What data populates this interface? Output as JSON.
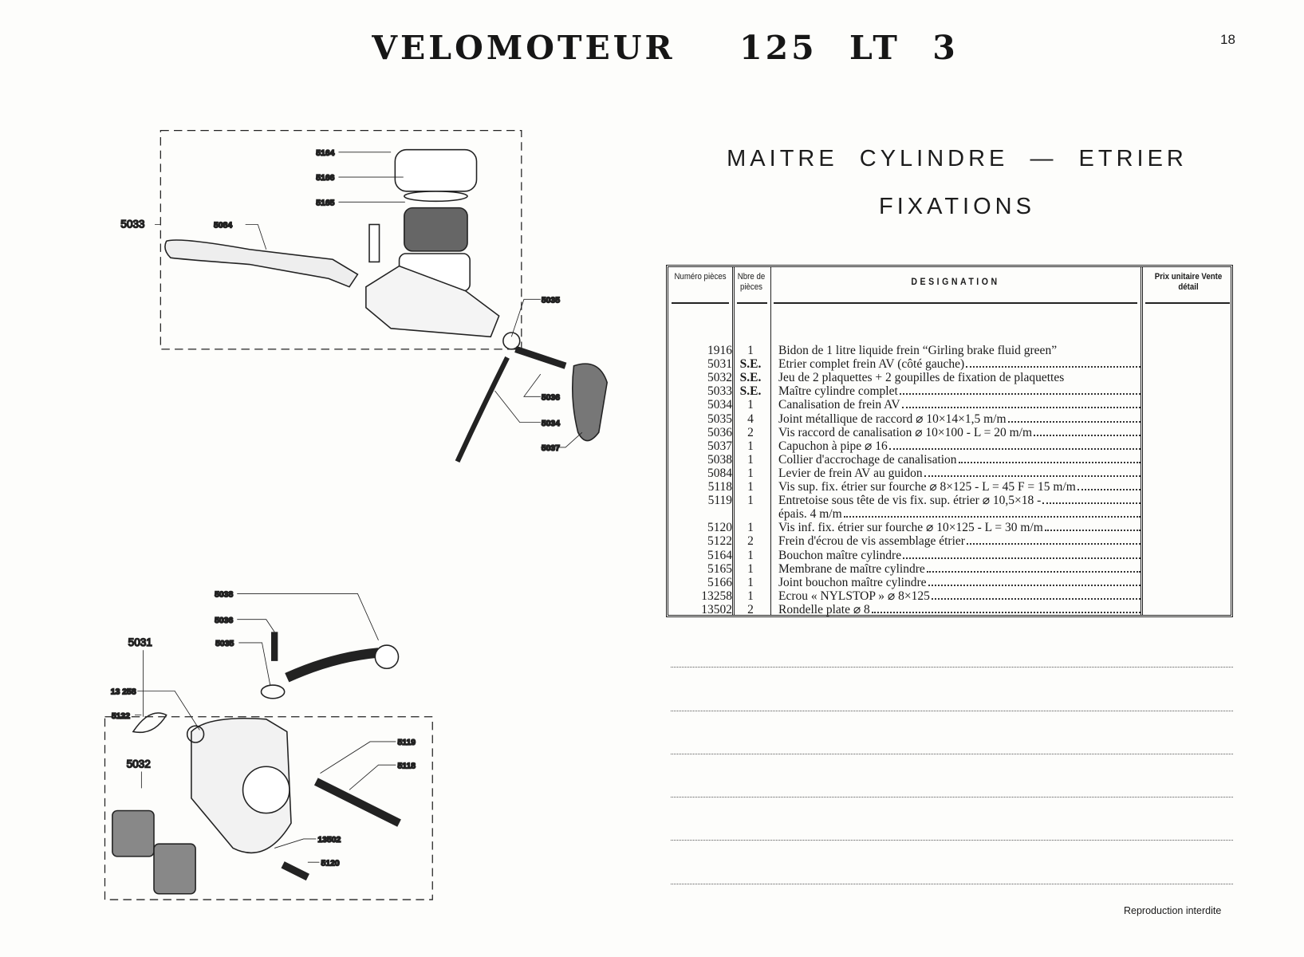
{
  "header": {
    "title": "VELOMOTEUR  125 LT 3",
    "page_number": "18"
  },
  "section": {
    "title_line1": "MAITRE CYLINDRE — ETRIER",
    "title_line2": "FIXATIONS"
  },
  "table": {
    "headers": {
      "number": "Numéro pièces",
      "quantity": "Nbre de pièces",
      "designation": "DESIGNATION",
      "price": "Prix unitaire Vente détail"
    },
    "rows": [
      {
        "num": "1916",
        "qty": "1",
        "des": "Bidon de 1 litre liquide frein “Girling brake fluid green”"
      },
      {
        "num": "5031",
        "qty": "S.E.",
        "des": "Etrier complet frein AV (côté gauche)"
      },
      {
        "num": "5032",
        "qty": "S.E.",
        "des": "Jeu de 2 plaquettes + 2 goupilles de fixation de plaquettes"
      },
      {
        "num": "5033",
        "qty": "S.E.",
        "des": "Maître cylindre complet"
      },
      {
        "num": "5034",
        "qty": "1",
        "des": "Canalisation de frein AV"
      },
      {
        "num": "5035",
        "qty": "4",
        "des": "Joint métallique de raccord ⌀ 10×14×1,5 m/m"
      },
      {
        "num": "5036",
        "qty": "2",
        "des": "Vis raccord de canalisation ⌀ 10×100 - L = 20 m/m"
      },
      {
        "num": "5037",
        "qty": "1",
        "des": "Capuchon à pipe ⌀ 16"
      },
      {
        "num": "5038",
        "qty": "1",
        "des": "Collier d'accrochage de canalisation"
      },
      {
        "num": "5084",
        "qty": "1",
        "des": "Levier de frein AV au guidon"
      },
      {
        "num": "5118",
        "qty": "1",
        "des": "Vis sup. fix. étrier sur fourche ⌀ 8×125 - L = 45 F = 15 m/m"
      },
      {
        "num": "5119",
        "qty": "1",
        "des": "Entretoise sous tête de vis fix. sup. étrier ⌀ 10,5×18 -"
      },
      {
        "num": "",
        "qty": "",
        "des": "épais. 4 m/m"
      },
      {
        "num": "5120",
        "qty": "1",
        "des": "Vis inf. fix. étrier sur fourche ⌀ 10×125 - L = 30 m/m"
      },
      {
        "num": "5122",
        "qty": "2",
        "des": "Frein d'écrou de vis assemblage étrier"
      },
      {
        "num": "5164",
        "qty": "1",
        "des": "Bouchon maître cylindre"
      },
      {
        "num": "5165",
        "qty": "1",
        "des": "Membrane de maître cylindre"
      },
      {
        "num": "5166",
        "qty": "1",
        "des": "Joint bouchon maître cylindre"
      },
      {
        "num": "13258",
        "qty": "1",
        "des": "Ecrou « NYLSTOP » ⌀ 8×125"
      },
      {
        "num": "13502",
        "qty": "2",
        "des": "Rondelle plate ⌀ 8"
      }
    ]
  },
  "diagram_top": {
    "labels": {
      "l5164": "5164",
      "l5166": "5166",
      "l5165": "5165",
      "l5033": "5033",
      "l5084": "5084",
      "l5035": "5035",
      "l5036": "5036",
      "l5034": "5034",
      "l5037": "5037"
    }
  },
  "diagram_bottom": {
    "labels": {
      "l5038": "5038",
      "l5036": "5036",
      "l5035": "5035",
      "l5031": "5031",
      "l13258": "13 258",
      "l5122": "5122",
      "l5032": "5032",
      "l5119": "5119",
      "l5118": "5118",
      "l13502": "13502",
      "l5120": "5120"
    }
  },
  "footer": {
    "text": "Reproduction interdite"
  }
}
